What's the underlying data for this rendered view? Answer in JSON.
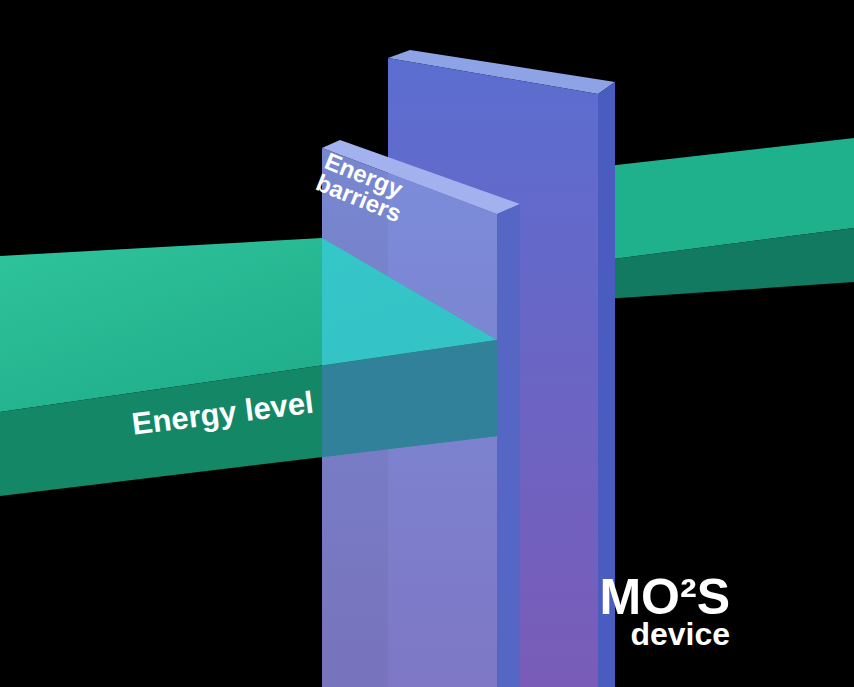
{
  "diagram": {
    "nodes": [
      {
        "text": [
          "Energy barriers"
        ]
      },
      {
        "text": [
          "Energy level"
        ]
      }
    ],
    "labels": [
      "MO²S device"
    ]
  }
}
